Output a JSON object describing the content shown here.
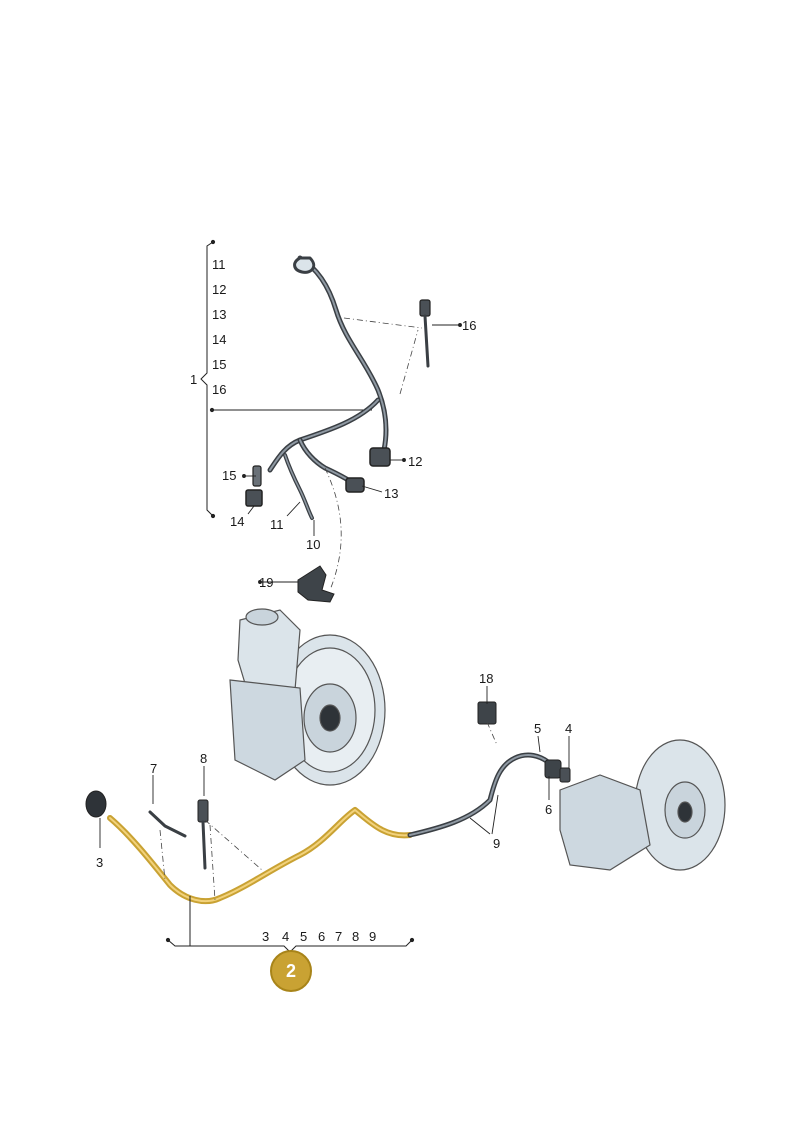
{
  "assembly1": {
    "number": "1",
    "items": [
      "11",
      "12",
      "13",
      "14",
      "15",
      "16"
    ]
  },
  "assembly2": {
    "number": "2",
    "items": [
      "3",
      "4",
      "5",
      "6",
      "7",
      "8",
      "9"
    ]
  },
  "labels": {
    "p3": "3",
    "p4": "4",
    "p5": "5",
    "p6": "6",
    "p7": "7",
    "p8": "8",
    "p9": "9",
    "p10": "10",
    "p11": "11",
    "p12": "12",
    "p13": "13",
    "p14": "14",
    "p15": "15",
    "p16": "16",
    "p18": "18",
    "p19": "19"
  },
  "colors": {
    "callout": "#c9a233",
    "highlight_harness": "#d4a63a",
    "harness": "#3a3f44",
    "parts": "#dbe4ea"
  }
}
